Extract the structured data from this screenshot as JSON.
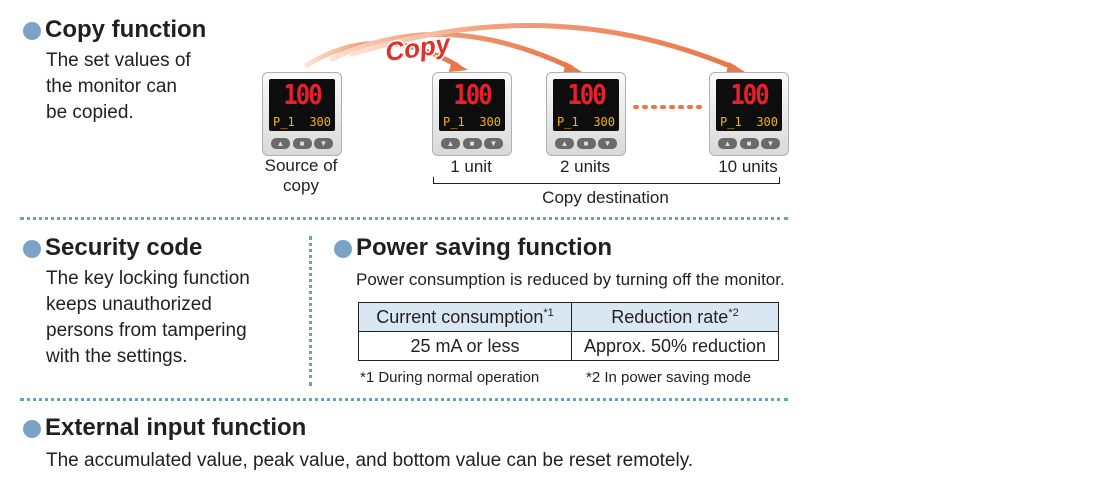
{
  "copy": {
    "title": "Copy function",
    "lines": [
      "The set values of",
      "the monitor can",
      "be copied."
    ],
    "banner": "Copy",
    "display": {
      "main": "100",
      "sub_left": "P_1",
      "sub_right": "300"
    },
    "units": [
      {
        "label_1": "Source of",
        "label_2": "copy"
      },
      {
        "label_1": "1 unit"
      },
      {
        "label_1": "2 units"
      },
      {
        "label_1": "10 units"
      }
    ],
    "destination_label": "Copy destination"
  },
  "security": {
    "title": "Security code",
    "lines": [
      "The key locking function",
      "keeps unauthorized",
      "persons from tampering",
      "with the settings."
    ]
  },
  "power": {
    "title": "Power saving function",
    "subtitle": "Power consumption is reduced by turning off the monitor.",
    "table": {
      "headers": [
        "Current consumption",
        "Reduction rate"
      ],
      "header_marks": [
        "*1",
        "*2"
      ],
      "row": [
        "25 mA or less",
        "Approx. 50% reduction"
      ]
    },
    "notes": [
      "*1  During normal operation",
      "*2  In power saving mode"
    ]
  },
  "external": {
    "title": "External input function",
    "text": "The accumulated value, peak value, and bottom value can be reset remotely."
  },
  "colors": {
    "bullet": "#7ba3c6",
    "divider": "#5ea6c8",
    "arrow": "#e8774a",
    "banner": "#e0302b",
    "table_header": "#d9e7f3"
  }
}
